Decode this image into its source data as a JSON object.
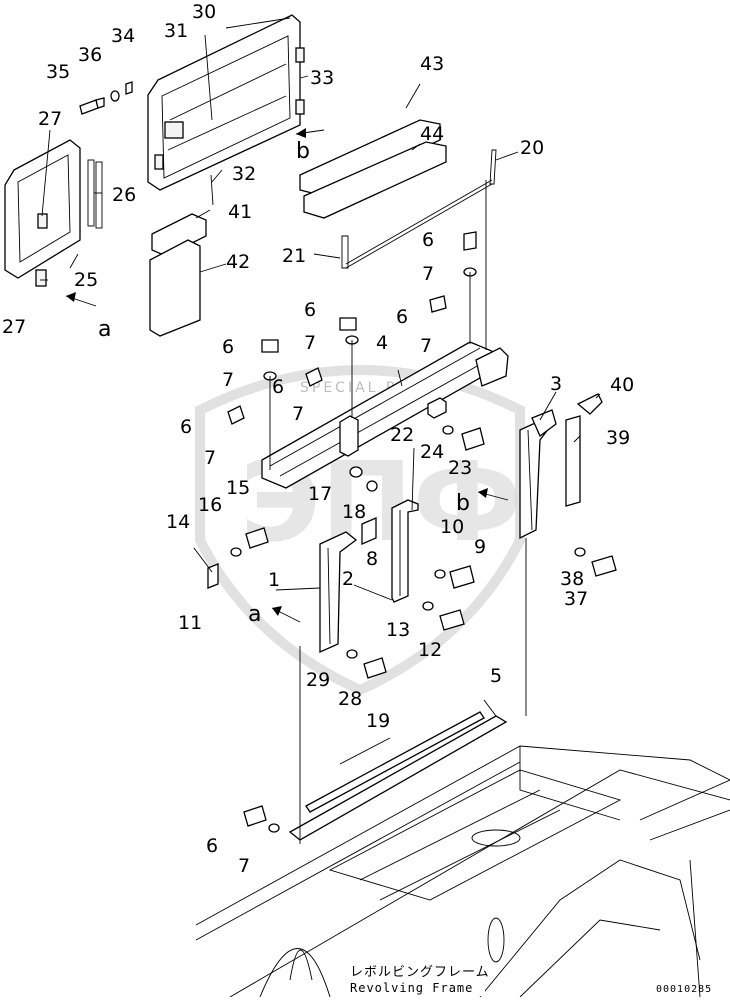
{
  "diagram": {
    "part_numbers": [
      "1",
      "2",
      "3",
      "4",
      "5",
      "6",
      "7",
      "8",
      "9",
      "10",
      "11",
      "12",
      "13",
      "14",
      "15",
      "16",
      "17",
      "18",
      "19",
      "20",
      "21",
      "22",
      "23",
      "24",
      "25",
      "26",
      "27",
      "28",
      "29",
      "30",
      "31",
      "32",
      "33",
      "34",
      "35",
      "36",
      "37",
      "38",
      "39",
      "40",
      "41",
      "42",
      "43",
      "44"
    ],
    "view_letters": [
      "a",
      "b"
    ],
    "caption_japanese": "レボルビングフレーム",
    "caption_english": "Revolving Frame",
    "drawing_code": "00010285",
    "watermark_text": "ЭПФ",
    "watermark_small": "SPECIAL PARTS"
  }
}
